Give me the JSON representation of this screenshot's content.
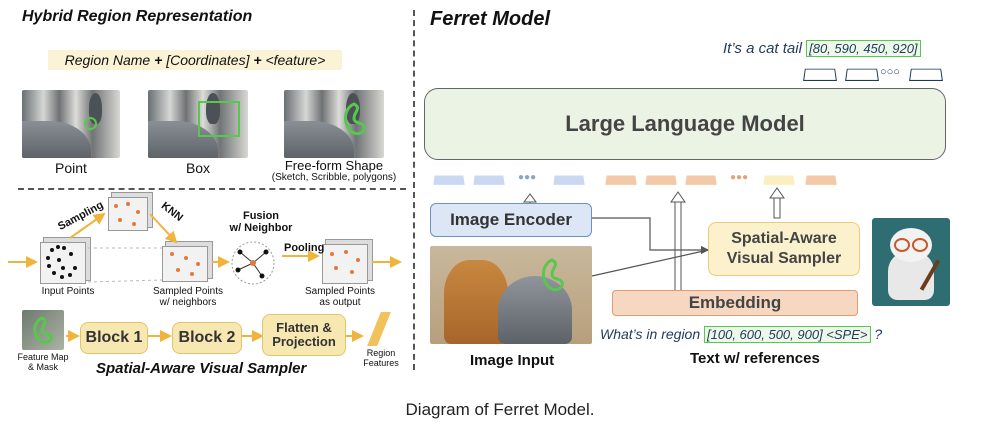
{
  "left": {
    "title": "Hybrid Region Representation",
    "formula": {
      "part1": "Region Name",
      "plus1": "+",
      "part2": "[Coordinates]",
      "plus2": "+",
      "part3": "<feature>"
    },
    "examples": [
      {
        "label": "Point"
      },
      {
        "label": "Box"
      },
      {
        "label": "Free-form Shape",
        "sublabel": "(Sketch, Scribble, polygons)"
      }
    ],
    "sampler": {
      "sampling": "Sampling",
      "knn": "KNN",
      "fusion": "Fusion\nw/ Neighbor",
      "pooling": "Pooling",
      "input_points": "Input Points",
      "sampled_neighbors": "Sampled Points\nw/ neighbors",
      "sampled_output": "Sampled Points\nas output"
    },
    "pipeline": {
      "feature_map": "Feature Map\n& Mask",
      "block1": "Block 1",
      "block2": "Block 2",
      "flatten": "Flatten &\nProjection",
      "region_features": "Region\nFeatures"
    },
    "sampler_title": "Spatial-Aware Visual Sampler"
  },
  "right": {
    "title": "Ferret Model",
    "output_text": "It’s a cat tail",
    "output_coords": "[80, 590, 450, 920]",
    "llm": "Large Language Model",
    "image_encoder": "Image Encoder",
    "sav_sampler": "Spatial-Aware\nVisual Sampler",
    "embedding": "Embedding",
    "query_text": "What’s in region",
    "query_coords": "[100, 600, 500, 900] <SPE>",
    "query_end": "?",
    "image_input": "Image Input",
    "text_refs": "Text w/ references",
    "ellipsis": "○○○"
  },
  "caption": "Diagram of Ferret Model.",
  "colors": {
    "llm_fill": "#eaf3e4",
    "encoder_fill": "#dde6f5",
    "sampler_fill": "#fbf1cc",
    "embed_fill": "#f6d8c2",
    "green": "#57c84d"
  }
}
